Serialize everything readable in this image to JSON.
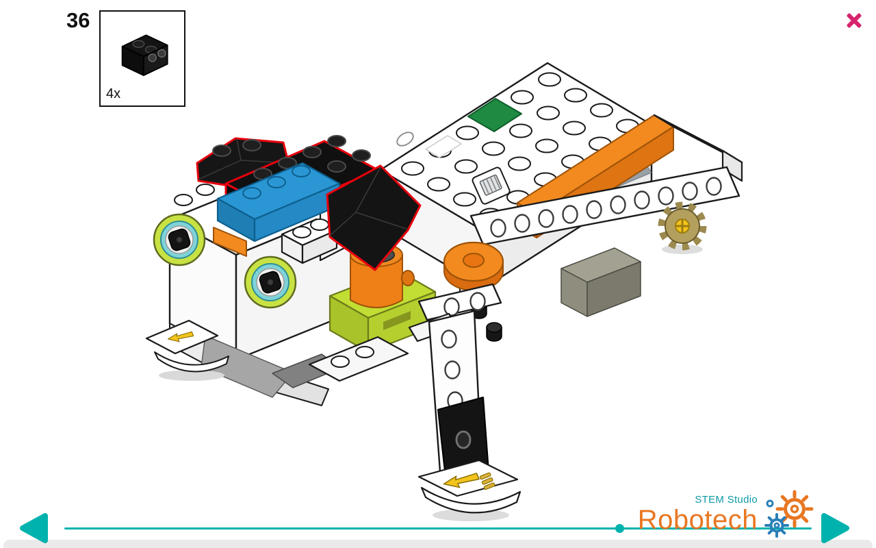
{
  "step": {
    "number": "36"
  },
  "parts_callout": {
    "quantity": "4x",
    "part_name": "black-angled-brick"
  },
  "branding": {
    "studio": "STEM Studio",
    "name": "Robotech"
  },
  "nav": {
    "progress_fraction": 0.74
  },
  "icons": {
    "close": "x-mark",
    "prev": "triangle-left",
    "next": "triangle-right",
    "logo": "gears"
  },
  "colors": {
    "accent_teal": "#00b2ad",
    "close_magenta": "#d6246e",
    "brand_orange": "#e87722",
    "studio_teal": "#0e9aa7",
    "new_part_highlight": "#e8000d"
  }
}
